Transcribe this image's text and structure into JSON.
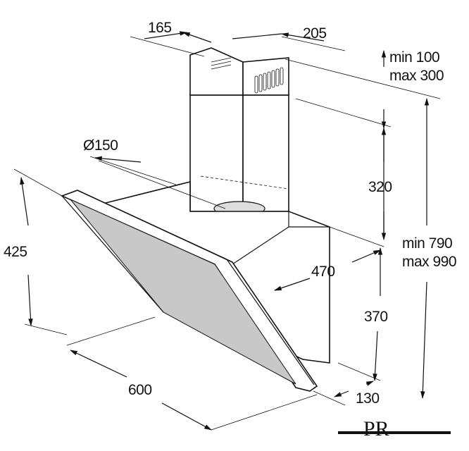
{
  "dimensions": {
    "chimney_width": "165",
    "chimney_depth": "205",
    "chimney_ext_min": "min 100",
    "chimney_ext_max": "max 300",
    "duct_diameter": "Ø150",
    "chimney_height": "320",
    "glass_height": "425",
    "total_min": "min 790",
    "total_max": "max 990",
    "body_depth": "470",
    "body_height": "370",
    "width": "600",
    "base_depth": "130"
  },
  "logo": "PR"
}
